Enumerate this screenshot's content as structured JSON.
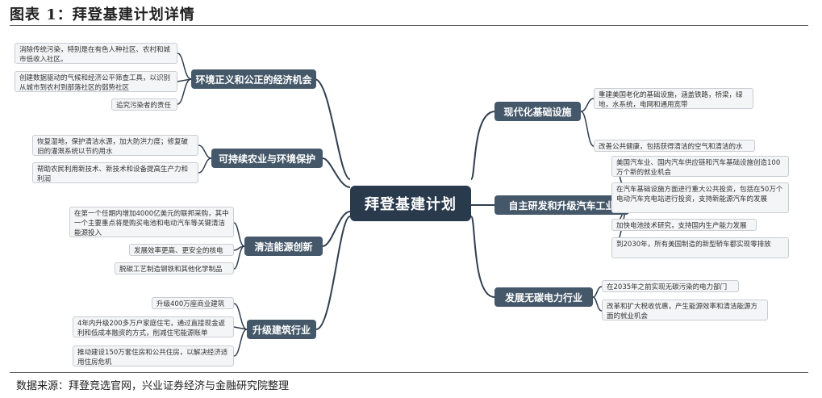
{
  "title": "图表 1：拜登基建计划详情",
  "source": "数据来源：拜登竞选官网，兴业证券经济与金融研究院整理",
  "root": "拜登基建计划",
  "branches": {
    "env_justice": {
      "label": "环境正义和公正的经济机会",
      "leaves": [
        "消除传统污染，特别是在有色人种社区、农村和城市低收入社区。",
        "创建数据驱动的气候和经济公平筛查工具，以识别从城市到农村到部落社区的弱势社区",
        "追究污染者的责任"
      ]
    },
    "agriculture": {
      "label": "可持续农业与环境保护",
      "leaves": [
        "恢复湿地，保护清洁水源，加大防洪力度；修复破旧的灌溉系统以节约用水",
        "帮助农民利用新技术、新技术和设备提高生产力和利润"
      ]
    },
    "clean_energy": {
      "label": "清洁能源创新",
      "leaves": [
        "在第一个任期内增加4000亿美元的联邦采购，其中一个主要重点将是购买电池和电动汽车等关键清洁能源投入",
        "发展效率更高、更安全的核电",
        "脱碳工艺制造钢铁和其他化学制品"
      ]
    },
    "buildings": {
      "label": "升级建筑行业",
      "leaves": [
        "升级400万座商业建筑",
        "4年内升级200多万户家庭住宅，通过直接现金返利和低成本融资的方式，削减住宅能源账单",
        "推动建设150万套住房和公共住房，以解决经济适用住房危机"
      ]
    },
    "infrastructure": {
      "label": "现代化基础设施",
      "leaves": [
        "重建美国老化的基础设施，涵盖铁路，桥梁，绿地，水系统，电网和通用宽带",
        "改善公共健康，包括获得清洁的空气和清洁的水"
      ]
    },
    "auto": {
      "label": "自主研发和升级汽车工业",
      "leaves": [
        "美国汽车业、国内汽车供应链和汽车基础设施创造100万个新的就业机会",
        "在汽车基础设施方面进行重大公共投资，包括在50万个电动汽车充电站进行投资，支持新能源汽车的发展",
        "加快电池技术研究，支持国内生产能力发展",
        "到2030年，所有美国制造的新型轿车都实现零排放"
      ]
    },
    "power": {
      "label": "发展无碳电力行业",
      "leaves": [
        "在2035年之前实现无碳污染的电力部门",
        "改革和扩大税收优惠，产生能源效率和清洁能源方面的就业机会"
      ]
    }
  }
}
